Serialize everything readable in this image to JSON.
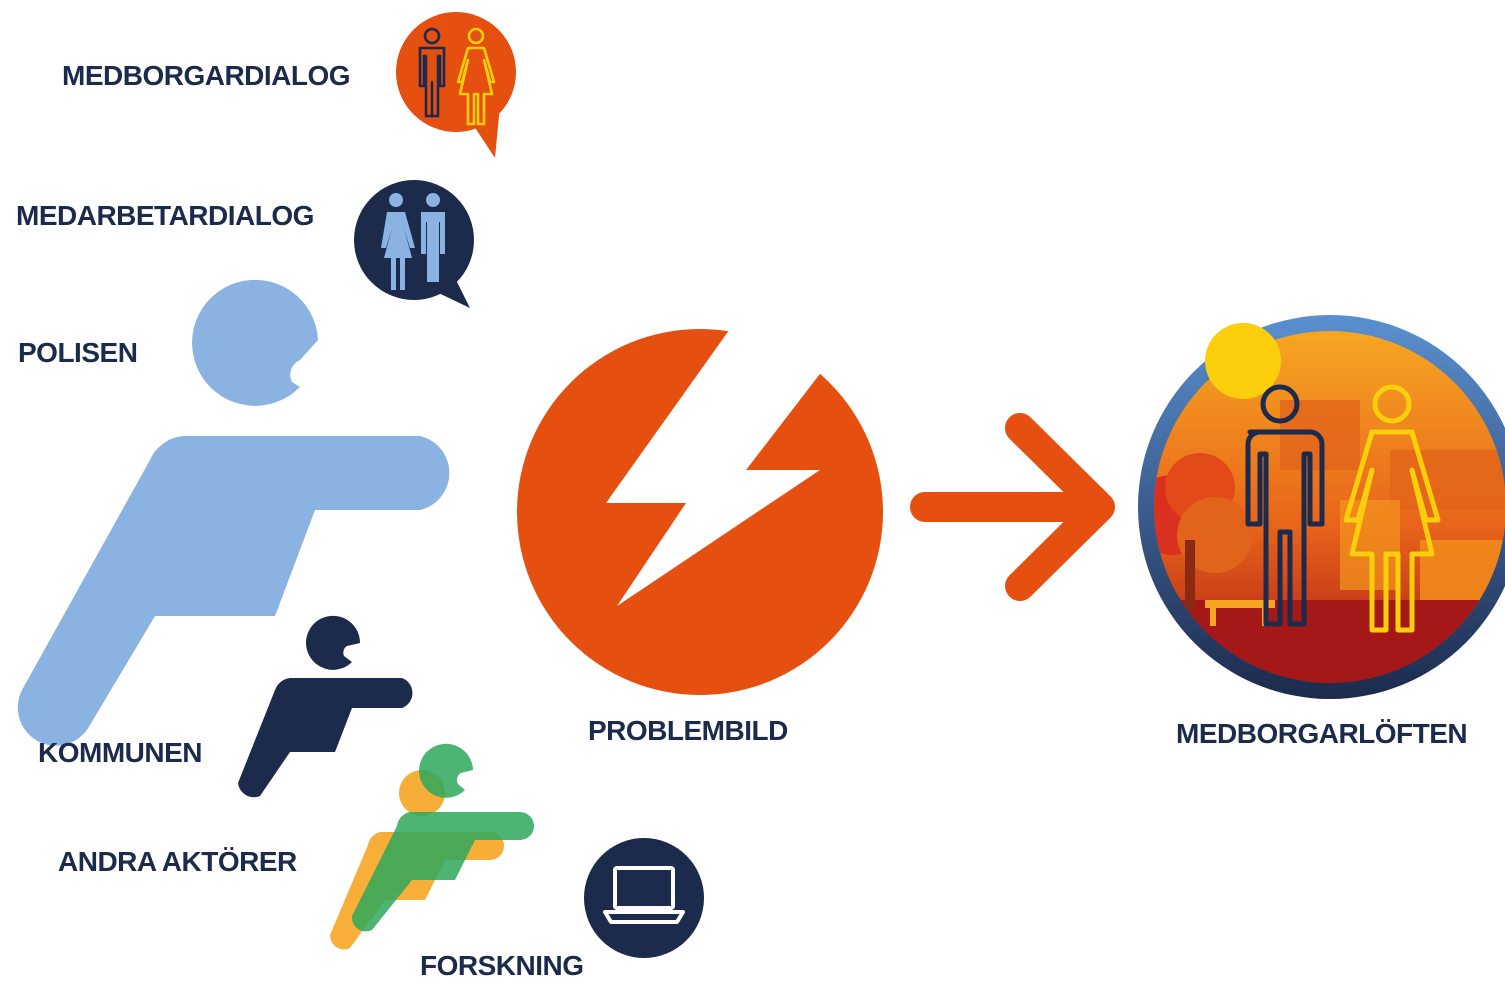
{
  "labels": {
    "medborgardialog": "MEDBORGARDIALOG",
    "medarbetardialog": "MEDARBETARDIALOG",
    "polisen": "POLISEN",
    "kommunen": "KOMMUNEN",
    "andra_aktorer": "ANDRA AKTÖRER",
    "forskning": "FORSKNING",
    "problembild": "PROBLEMBILD",
    "medborgarloften": "MEDBORGARLÖFTEN"
  },
  "colors": {
    "navy": "#1c2a4c",
    "light_blue": "#8ab3e2",
    "orange": "#e55010",
    "yellow_orange": "#f6a623",
    "green": "#2ea85c",
    "sun_yellow": "#fcce0b"
  },
  "icons": {
    "medborgardialog": "people-speech-bubble-icon",
    "medarbetardialog": "staff-speech-bubble-icon",
    "forskning": "laptop-icon",
    "problembild": "lightning-icon",
    "arrow": "arrow-right-icon",
    "medborgarloften": "community-scene-icon"
  }
}
